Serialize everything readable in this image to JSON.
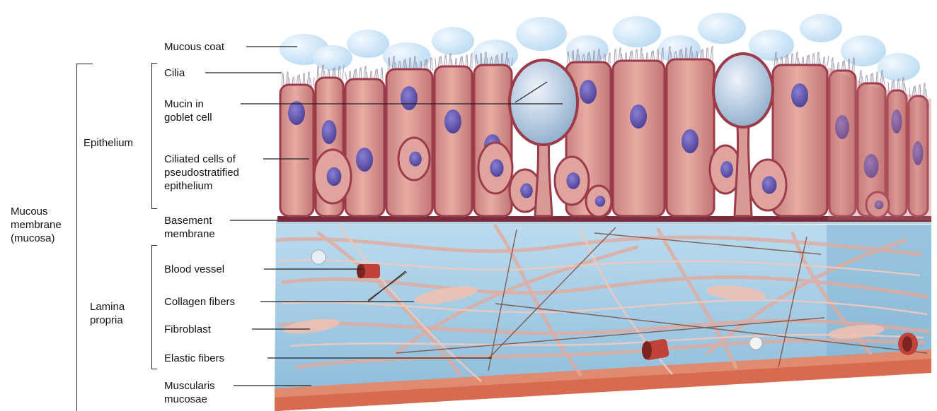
{
  "groups": {
    "mucosa": [
      "Mucous",
      "membrane",
      "(mucosa)"
    ],
    "epithelium": "Epithelium",
    "lamina_propria": [
      "Lamina",
      "propria"
    ]
  },
  "labels": {
    "mucous_coat": "Mucous coat",
    "cilia": "Cilia",
    "mucin": [
      "Mucin in",
      "goblet cell"
    ],
    "ciliated_cells": [
      "Ciliated cells of",
      "pseudostratified",
      "epithelium"
    ],
    "basement_membrane": [
      "Basement",
      "membrane"
    ],
    "blood_vessel": "Blood vessel",
    "collagen_fibers": "Collagen fibers",
    "fibroblast": "Fibroblast",
    "elastic_fibers": "Elastic fibers",
    "muscularis_mucosae": [
      "Muscularis",
      "mucosae"
    ]
  },
  "colors": {
    "cell_body": "#d9948e",
    "cell_outline": "#9c3b4a",
    "nucleus": "#6a5fb5",
    "goblet_mucin": "#aac3dc",
    "mucus": "#cfe6f7",
    "lamina_propria": "#a9cfe6",
    "collagen": "#e6b4a6",
    "muscularis": "#d86a50",
    "blood_vessel": "#c0433a",
    "leader_line": "#222222"
  }
}
